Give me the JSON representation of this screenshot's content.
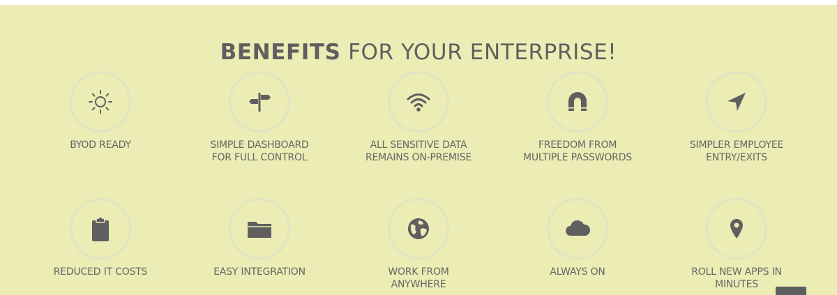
{
  "section": {
    "title_bold": "BENEFITS",
    "title_rest": "FOR YOUR ENTERPRISE!"
  },
  "benefits": [
    {
      "icon": "sun-icon",
      "lines": [
        "BYOD READY"
      ]
    },
    {
      "icon": "signpost-icon",
      "lines": [
        "SIMPLE DASHBOARD",
        "FOR FULL CONTROL"
      ]
    },
    {
      "icon": "wifi-icon",
      "lines": [
        "ALL SENSITIVE DATA",
        "REMAINS ON-PREMISE"
      ]
    },
    {
      "icon": "magnet-icon",
      "lines": [
        "FREEDOM FROM",
        "MULTIPLE PASSWORDS"
      ]
    },
    {
      "icon": "location-arrow-icon",
      "lines": [
        "SIMPLER EMPLOYEE",
        "ENTRY/EXITS"
      ]
    },
    {
      "icon": "clipboard-icon",
      "lines": [
        "REDUCED IT COSTS"
      ]
    },
    {
      "icon": "folder-icon",
      "lines": [
        "EASY INTEGRATION"
      ]
    },
    {
      "icon": "globe-icon",
      "lines": [
        "WORK FROM",
        "ANYWHERE"
      ]
    },
    {
      "icon": "cloud-icon",
      "lines": [
        "ALWAYS ON"
      ]
    },
    {
      "icon": "map-marker-icon",
      "lines": [
        "ROLL NEW APPS IN",
        "MINUTES"
      ]
    }
  ],
  "colors": {
    "background": "#ececb5",
    "text": "#666666",
    "icon": "#5f5f5f",
    "circle_border": "#e3e3c4"
  }
}
